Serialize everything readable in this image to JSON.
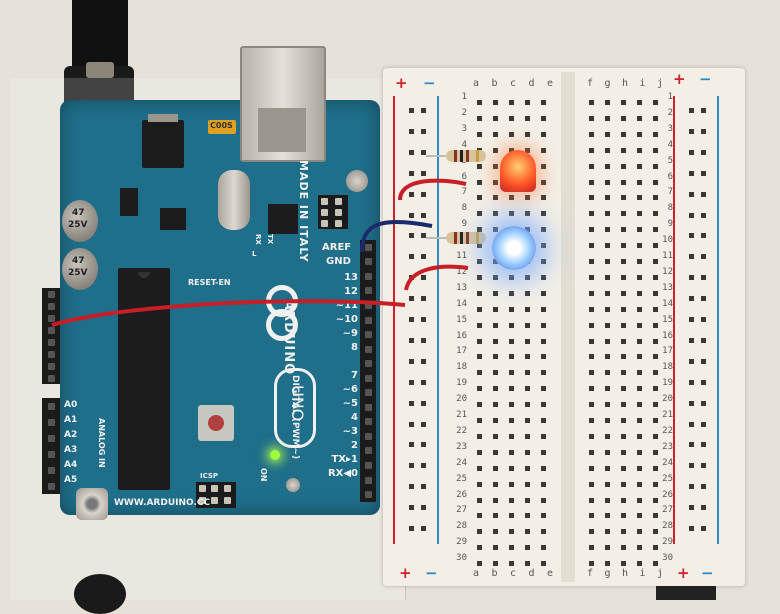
{
  "board": {
    "made_in": "MADE IN ITALY",
    "brand": "ARDUINO",
    "model": "UNO",
    "website": "WWW.ARDUINO.CC",
    "aref": "AREF",
    "gnd": "GND",
    "digital": "DIGITAL (PWM~)",
    "pins_top": [
      "13",
      "12",
      "~11",
      "~10",
      "~9",
      "8"
    ],
    "pins_bottom": [
      "7",
      "~6",
      "~5",
      "4",
      "~3",
      "2",
      "TX▸1",
      "RX◀0"
    ],
    "analog_label": "ANALOG IN",
    "analog_pins": [
      "A0",
      "A1",
      "A2",
      "A3",
      "A4",
      "A5"
    ],
    "reset_label": "RESET-EN",
    "icsp_label": "ICSP",
    "on_label": "ON",
    "tx_label": "TX",
    "rx_label": "RX",
    "l_label": "L",
    "crystal_label": "C00S",
    "cap1_value": "47",
    "cap1_voltage": "25V",
    "cap2_value": "47",
    "cap2_voltage": "25V"
  },
  "breadboard": {
    "rail_plus": "+",
    "rail_minus": "−",
    "cols_left": [
      "a",
      "b",
      "c",
      "d",
      "e"
    ],
    "cols_right": [
      "f",
      "g",
      "h",
      "i",
      "j"
    ],
    "rows": [
      "1",
      "2",
      "3",
      "4",
      "5",
      "6",
      "7",
      "8",
      "9",
      "10",
      "11",
      "12",
      "13",
      "14",
      "15",
      "16",
      "17",
      "18",
      "19",
      "20",
      "21",
      "22",
      "23",
      "24",
      "25",
      "26",
      "27",
      "28",
      "29",
      "30"
    ]
  },
  "leds": {
    "red_color": "#ff5a2a",
    "blue_color": "#9fd0ff",
    "power_led_color": "#9cff3a"
  },
  "colors": {
    "board": "#1f6e8a",
    "wire_red": "#c81e28",
    "wire_blue": "#1a2a6a",
    "breadboard": "#f3efe6"
  }
}
